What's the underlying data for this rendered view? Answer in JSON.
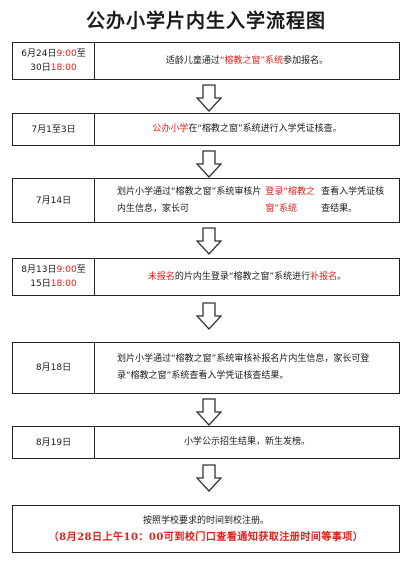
{
  "title": "公办小学片内生入学流程图",
  "steps": [
    {
      "date_line1": [
        {
          "t": "6月24日"
        },
        {
          "t": "9:00",
          "red": true
        },
        {
          "t": "至"
        }
      ],
      "date_line2": [
        {
          "t": "30日"
        },
        {
          "t": "18:00",
          "red": true
        }
      ],
      "desc": [
        {
          "t": "适龄儿童通过"
        },
        {
          "t": "“榕教之窗”系统",
          "red": true
        },
        {
          "t": "参加报名。"
        }
      ]
    },
    {
      "date_line1": [
        {
          "t": "7月1至3日"
        }
      ],
      "date_line2": [],
      "desc": [
        {
          "t": "公办小学",
          "red": true
        },
        {
          "t": "在“榕教之窗”系统进行入学凭证核查。"
        }
      ]
    },
    {
      "date_line1": [
        {
          "t": "7月14日"
        }
      ],
      "date_line2": [],
      "desc": [
        {
          "t": "划片小学通过“榕教之窗”系统审核片内生信息，家长可"
        },
        {
          "t": "登录“榕教之窗”系统",
          "red": true
        },
        {
          "t": "查看入学凭证核查结果。"
        }
      ]
    },
    {
      "date_line1": [
        {
          "t": "8月13日"
        },
        {
          "t": "9:00",
          "red": true
        },
        {
          "t": "至"
        }
      ],
      "date_line2": [
        {
          "t": "15日"
        },
        {
          "t": "18:00",
          "red": true
        }
      ],
      "desc": [
        {
          "t": "未报名",
          "red": true
        },
        {
          "t": "的片内生登录“榕教之窗”系统进行"
        },
        {
          "t": "补报名",
          "red": true
        },
        {
          "t": "。"
        }
      ]
    },
    {
      "date_line1": [
        {
          "t": "8月18日"
        }
      ],
      "date_line2": [],
      "desc": [
        {
          "t": "划片小学通过“榕教之窗”系统审核补报名片内生信息，家长可登录“榕教之窗”系统查看入学凭证核查结果。"
        }
      ]
    },
    {
      "date_line1": [
        {
          "t": "8月19日"
        }
      ],
      "date_line2": [],
      "desc": [
        {
          "t": "小学公示招生结果，新生发榜。"
        }
      ]
    }
  ],
  "final": {
    "line1": "按照学校要求的时间到校注册。",
    "line2": "（8月28日上午10：00可到校门口查看通知获取注册时间等事项）"
  }
}
